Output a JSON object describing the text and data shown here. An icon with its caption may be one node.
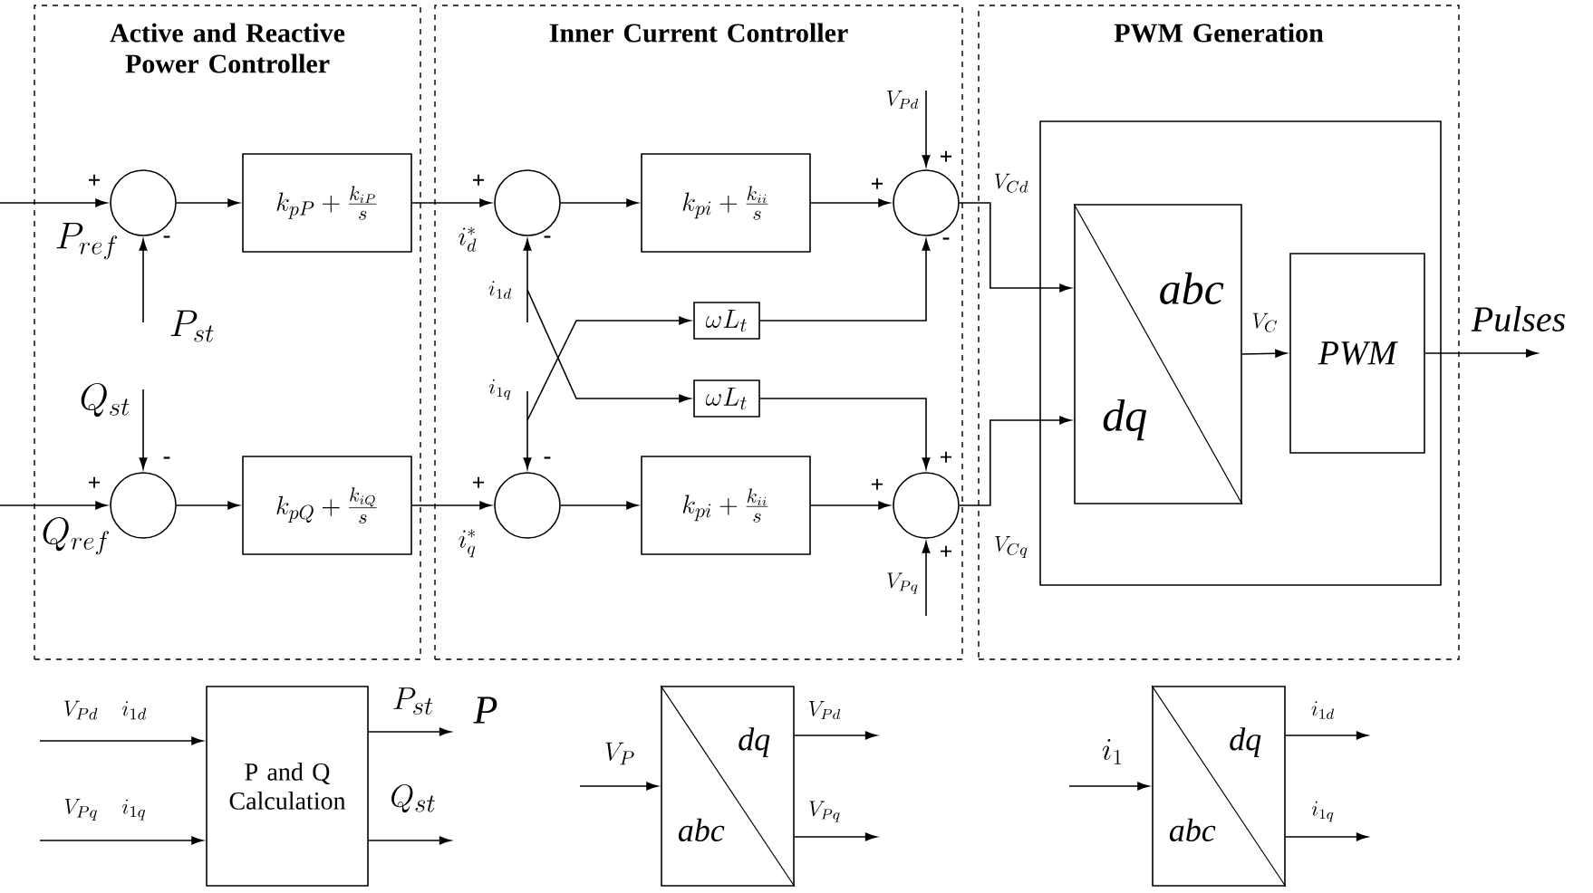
{
  "diagram": {
    "nodes": [
      {
        "text": [
          "Active and Reactive Power Controller"
        ]
      },
      {
        "text": [
          "Inner Current Controller"
        ]
      },
      {
        "text": [
          "PWM Generation"
        ]
      },
      {
        "text": [],
        "shape": "circle",
        "in": 0
      },
      {
        "text": [
          "k_{pP}+\\frac{k_{iP}}{s}"
        ],
        "in": 0
      },
      {
        "text": [],
        "shape": "circle",
        "in": 0
      },
      {
        "text": [
          "k_{pQ}+\\frac{k_{iQ}}{s}"
        ],
        "in": 0
      },
      {
        "text": [],
        "shape": "circle",
        "in": 1
      },
      {
        "text": [
          "k_{pi}+\\frac{k_{ii}}{s}"
        ],
        "in": 1
      },
      {
        "text": [],
        "shape": "circle",
        "in": 1
      },
      {
        "text": [
          "\\omega L_t"
        ],
        "in": 1
      },
      {
        "text": [
          "\\omega L_t"
        ],
        "in": 1
      },
      {
        "text": [],
        "shape": "circle",
        "in": 1
      },
      {
        "text": [
          "k_{pi}+\\frac{k_{ii}}{s}"
        ],
        "in": 1
      },
      {
        "text": [],
        "shape": "circle",
        "in": 1
      },
      {
        "text": [],
        "shape": "box",
        "in": 2
      },
      {
        "text": [
          "abc",
          "dq"
        ],
        "in": 15
      },
      {
        "text": [
          "PWM"
        ],
        "in": 15
      },
      {
        "text": [
          "P and Q Calculation"
        ]
      },
      {
        "text": [
          "dq",
          "abc"
        ]
      },
      {
        "text": [
          "dq",
          "abc"
        ]
      }
    ],
    "edges": [
      {
        "from": null,
        "to": 3,
        "arrow": "to",
        "label": "P_{ref}"
      },
      {
        "from": null,
        "to": 3,
        "arrow": "to",
        "label": "P_{st}"
      },
      {
        "from": 3,
        "to": 4,
        "arrow": "to"
      },
      {
        "from": null,
        "to": 5,
        "arrow": "to",
        "label": "Q_{st}"
      },
      {
        "from": null,
        "to": 5,
        "arrow": "to",
        "label": "Q_{ref}"
      },
      {
        "from": 5,
        "to": 6,
        "arrow": "to"
      },
      {
        "from": 4,
        "to": 7,
        "arrow": "to",
        "label": "i_d^{*}"
      },
      {
        "from": 6,
        "to": 12,
        "arrow": "to",
        "label": "i_q^{*}"
      },
      {
        "from": 7,
        "to": 8,
        "arrow": "to"
      },
      {
        "from": 12,
        "to": 13,
        "arrow": "to"
      },
      {
        "from": null,
        "to": 7,
        "arrow": "to",
        "label": "i_{1d}"
      },
      {
        "from": null,
        "to": 11,
        "arrow": "to"
      },
      {
        "from": null,
        "to": 12,
        "arrow": "to",
        "label": "i_{1q}"
      },
      {
        "from": null,
        "to": 10,
        "arrow": "to"
      },
      {
        "from": 8,
        "to": 9,
        "arrow": "to"
      },
      {
        "from": 13,
        "to": 14,
        "arrow": "to"
      },
      {
        "from": 10,
        "to": 9,
        "arrow": "to"
      },
      {
        "from": 11,
        "to": 14,
        "arrow": "to"
      },
      {
        "from": null,
        "to": 9,
        "arrow": "to",
        "label": "V_{Pd}"
      },
      {
        "from": null,
        "to": 14,
        "arrow": "to",
        "label": "V_{Pq}"
      },
      {
        "from": 9,
        "to": 16,
        "arrow": "to",
        "label": "V_{Cd}"
      },
      {
        "from": 14,
        "to": 16,
        "arrow": "to",
        "label": "V_{Cq}"
      },
      {
        "from": 16,
        "to": 17,
        "arrow": "to",
        "label": "V_C"
      },
      {
        "from": 17,
        "to": null,
        "arrow": "to",
        "label": "\\mathit{Pulses}"
      },
      {
        "from": null,
        "to": 18,
        "arrow": "to",
        "label": "V_{Pd}\\quad i_{1d}"
      },
      {
        "from": null,
        "to": 18,
        "arrow": "to",
        "label": "V_{Pq}\\quad i_{1q}"
      },
      {
        "from": 18,
        "to": null,
        "arrow": "to",
        "label": "P_{st}"
      },
      {
        "from": 18,
        "to": null,
        "arrow": "to",
        "label": "Q_{st}"
      },
      {
        "from": null,
        "to": 19,
        "arrow": "to",
        "label": "V_P"
      },
      {
        "from": 19,
        "to": null,
        "arrow": "to",
        "label": "V_{Pd}"
      },
      {
        "from": 19,
        "to": null,
        "arrow": "to",
        "label": "V_{Pq}"
      },
      {
        "from": null,
        "to": 20,
        "arrow": "to",
        "label": "i_1"
      },
      {
        "from": 20,
        "to": null,
        "arrow": "to",
        "label": "i_{1d}"
      },
      {
        "from": 20,
        "to": null,
        "arrow": "to",
        "label": "i_{1q}"
      }
    ],
    "labels": [
      "+",
      "-",
      "+",
      "-",
      "+",
      "+",
      "-",
      "-",
      "+",
      "-",
      "+",
      "+",
      "+",
      "+",
      "P"
    ]
  }
}
